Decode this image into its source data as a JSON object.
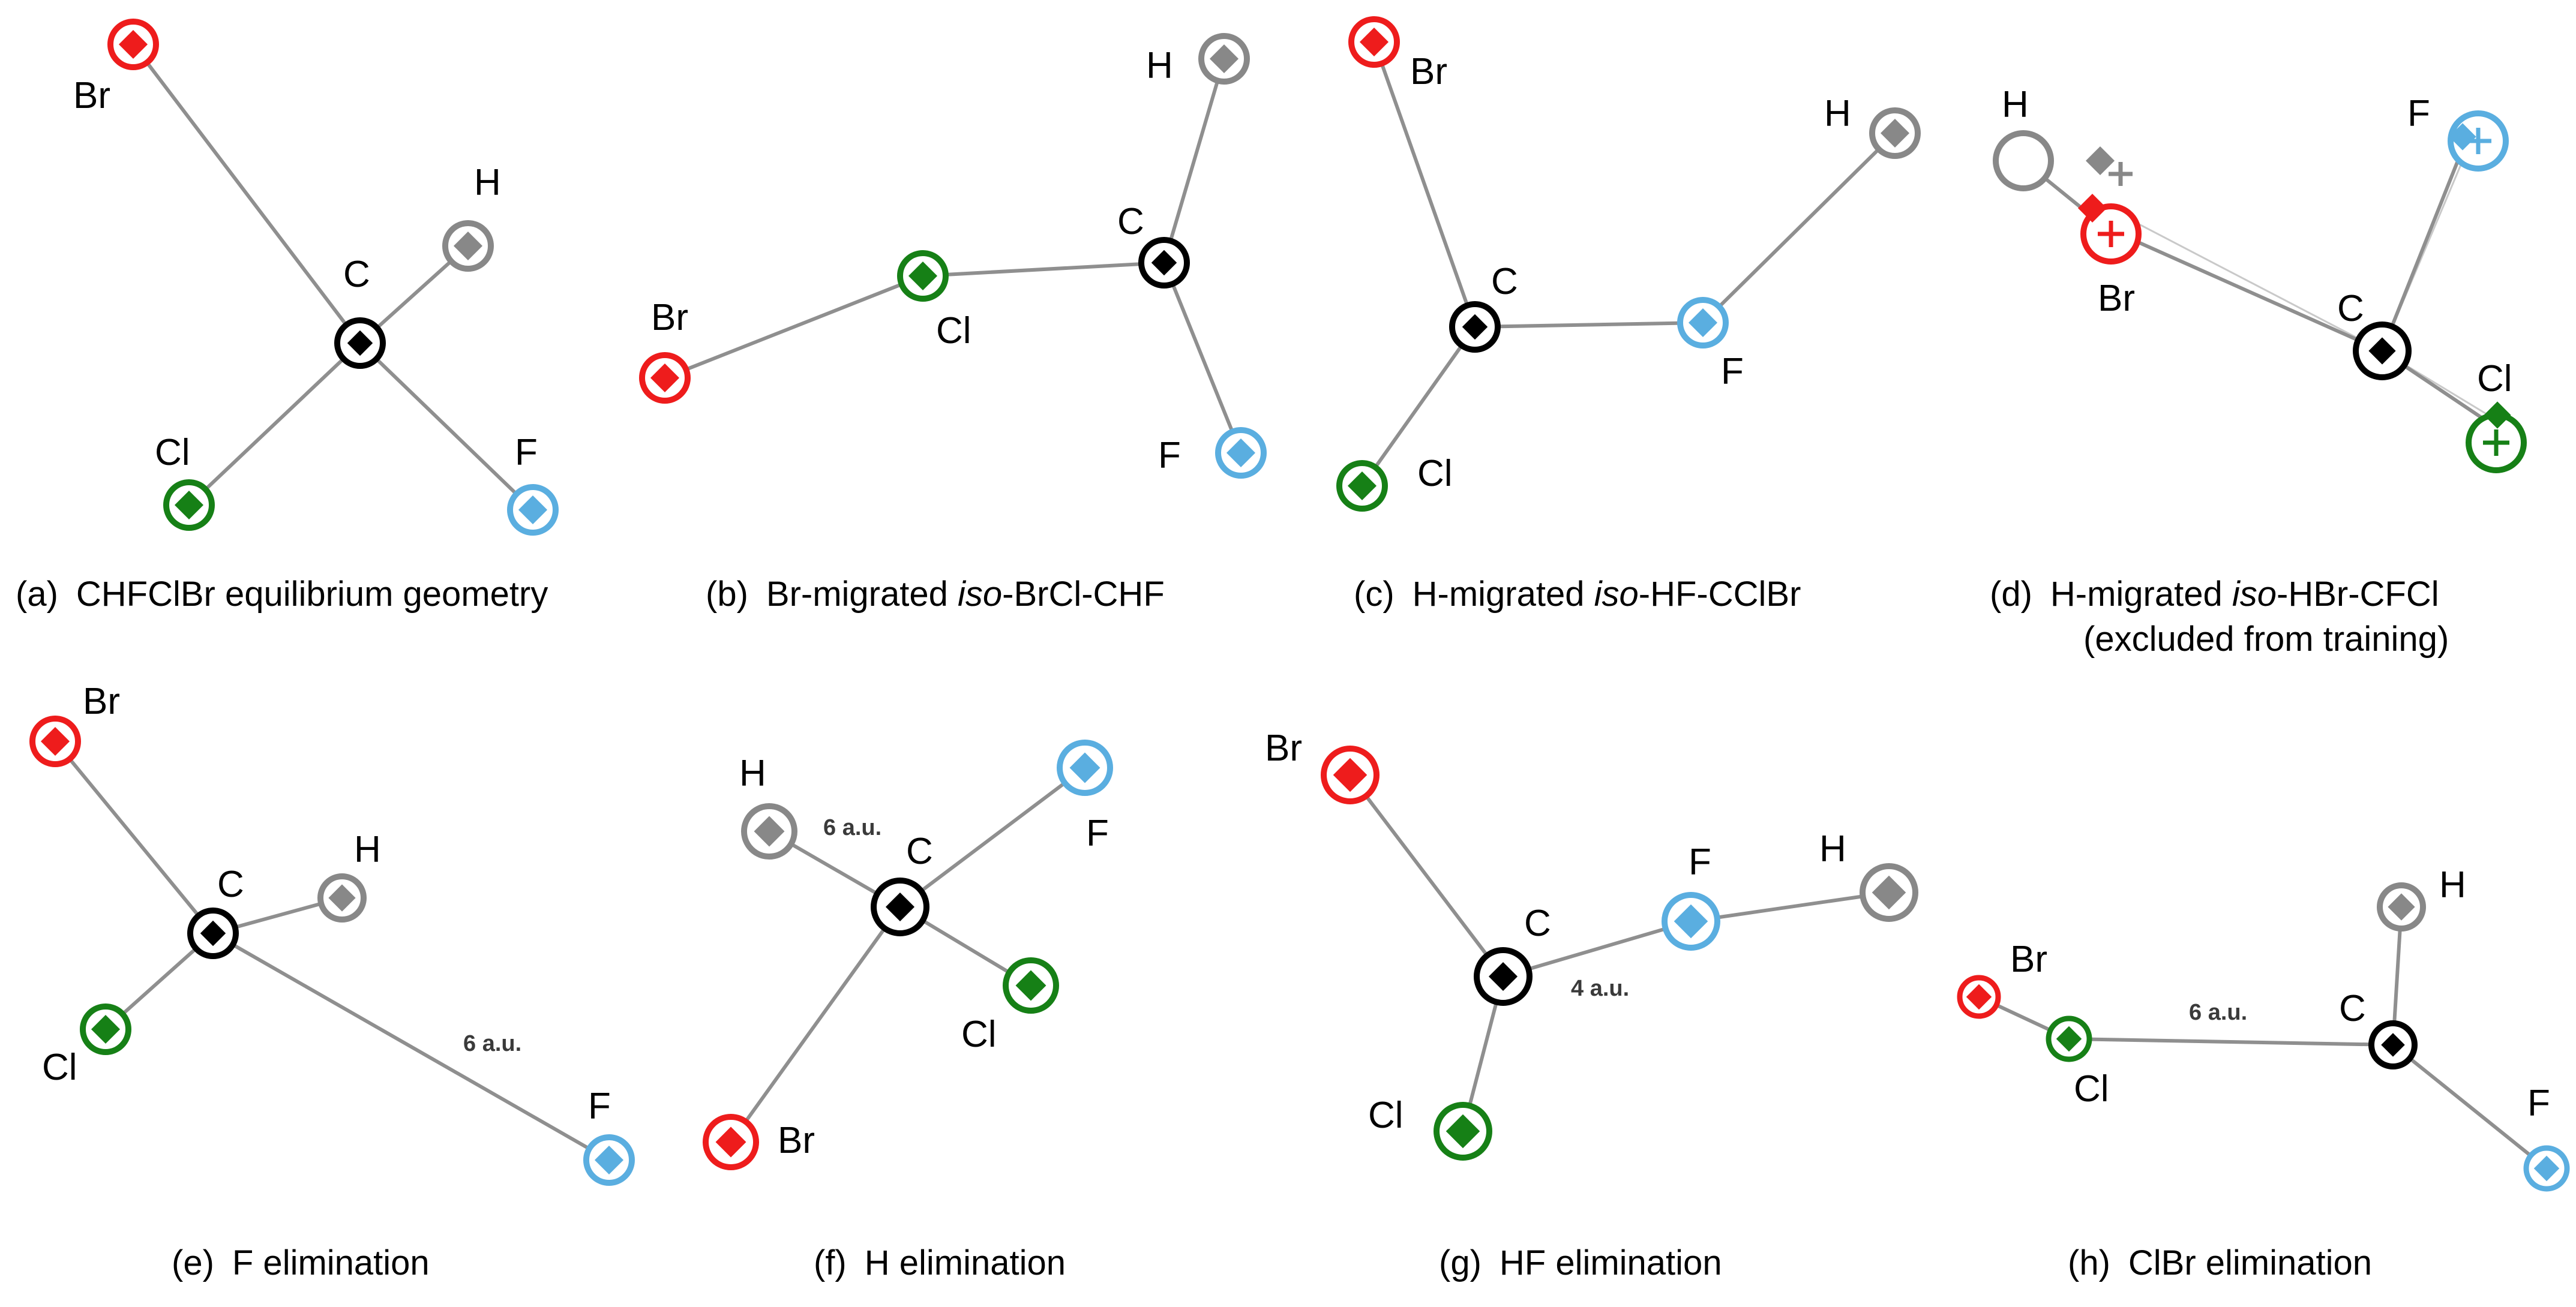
{
  "atoms": {
    "C": {
      "label": "C",
      "color": "#000000"
    },
    "H": {
      "label": "H",
      "color": "#888888"
    },
    "F": {
      "label": "F",
      "color": "#5aaee0"
    },
    "Cl": {
      "label": "Cl",
      "color": "#168016"
    },
    "Br": {
      "label": "Br",
      "color": "#ee1c1c"
    }
  },
  "panels": [
    {
      "id": "a",
      "caption_tag": "(a)",
      "caption_pre": "CHFClBr equilibrium geometry",
      "caption_iso": "",
      "caption_post": "",
      "caption_line2": "",
      "distance_label": ""
    },
    {
      "id": "b",
      "caption_tag": "(b)",
      "caption_pre": "Br-migrated ",
      "caption_iso": "iso",
      "caption_post": "-BrCl-CHF",
      "caption_line2": "",
      "distance_label": ""
    },
    {
      "id": "c",
      "caption_tag": "(c)",
      "caption_pre": "H-migrated ",
      "caption_iso": "iso",
      "caption_post": "-HF-CClBr",
      "caption_line2": "",
      "distance_label": ""
    },
    {
      "id": "d",
      "caption_tag": "(d)",
      "caption_pre": "H-migrated ",
      "caption_iso": "iso",
      "caption_post": "-HBr-CFCl",
      "caption_line2": "(excluded from training)",
      "distance_label": ""
    },
    {
      "id": "e",
      "caption_tag": "(e)",
      "caption_pre": "F elimination",
      "caption_iso": "",
      "caption_post": "",
      "caption_line2": "",
      "distance_label": "6 a.u."
    },
    {
      "id": "f",
      "caption_tag": "(f)",
      "caption_pre": "H elimination",
      "caption_iso": "",
      "caption_post": "",
      "caption_line2": "",
      "distance_label": "6 a.u."
    },
    {
      "id": "g",
      "caption_tag": "(g)",
      "caption_pre": "HF elimination",
      "caption_iso": "",
      "caption_post": "",
      "caption_line2": "",
      "distance_label": "4 a.u."
    },
    {
      "id": "h",
      "caption_tag": "(h)",
      "caption_pre": "ClBr elimination",
      "caption_iso": "",
      "caption_post": "",
      "caption_line2": "",
      "distance_label": "6 a.u."
    }
  ]
}
